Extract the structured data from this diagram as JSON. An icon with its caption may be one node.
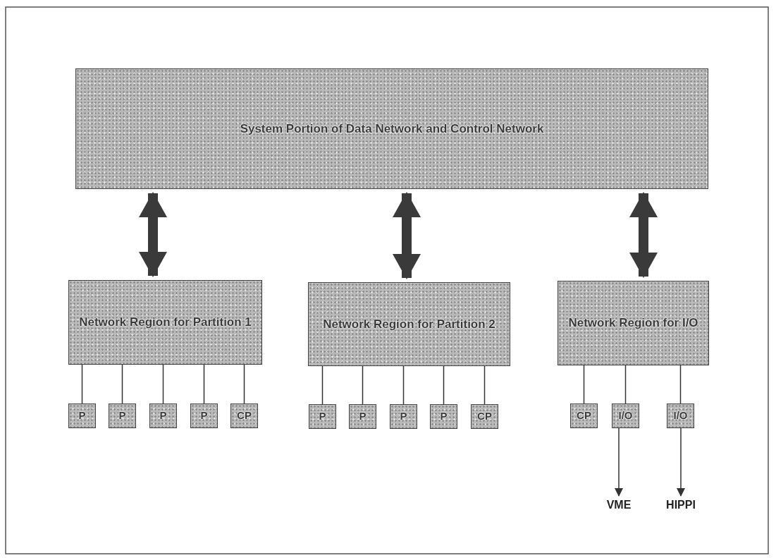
{
  "diagram": {
    "nodes": [
      {
        "text": [
          "System Portion of Data Network and Control Network"
        ]
      },
      {
        "text": [
          "Network Region for Partition 1"
        ]
      },
      {
        "text": [
          "Network Region for Partition 2"
        ]
      },
      {
        "text": [
          "Network Region for I/O"
        ]
      },
      {
        "text": [
          "P"
        ]
      },
      {
        "text": [
          "P"
        ]
      },
      {
        "text": [
          "P"
        ]
      },
      {
        "text": [
          "P"
        ]
      },
      {
        "text": [
          "CP"
        ]
      },
      {
        "text": [
          "P"
        ]
      },
      {
        "text": [
          "P"
        ]
      },
      {
        "text": [
          "P"
        ]
      },
      {
        "text": [
          "P"
        ]
      },
      {
        "text": [
          "CP"
        ]
      },
      {
        "text": [
          "CP"
        ]
      },
      {
        "text": [
          "I/O"
        ]
      },
      {
        "text": [
          "I/O"
        ]
      },
      {
        "text": [
          "VME"
        ]
      },
      {
        "text": [
          "HIPPI"
        ]
      }
    ],
    "edges": [
      {
        "from": 0,
        "to": 1,
        "arrow": "both",
        "style": "thick"
      },
      {
        "from": 0,
        "to": 2,
        "arrow": "both",
        "style": "thick"
      },
      {
        "from": 0,
        "to": 3,
        "arrow": "both",
        "style": "thick"
      },
      {
        "from": 1,
        "to": 4,
        "arrow": "none"
      },
      {
        "from": 1,
        "to": 5,
        "arrow": "none"
      },
      {
        "from": 1,
        "to": 6,
        "arrow": "none"
      },
      {
        "from": 1,
        "to": 7,
        "arrow": "none"
      },
      {
        "from": 1,
        "to": 8,
        "arrow": "none"
      },
      {
        "from": 2,
        "to": 9,
        "arrow": "none"
      },
      {
        "from": 2,
        "to": 10,
        "arrow": "none"
      },
      {
        "from": 2,
        "to": 11,
        "arrow": "none"
      },
      {
        "from": 2,
        "to": 12,
        "arrow": "none"
      },
      {
        "from": 2,
        "to": 13,
        "arrow": "none"
      },
      {
        "from": 3,
        "to": 14,
        "arrow": "none"
      },
      {
        "from": 3,
        "to": 15,
        "arrow": "none"
      },
      {
        "from": 3,
        "to": 16,
        "arrow": "none"
      },
      {
        "from": 15,
        "to": 17,
        "arrow": "to"
      },
      {
        "from": 16,
        "to": 18,
        "arrow": "to"
      }
    ]
  }
}
